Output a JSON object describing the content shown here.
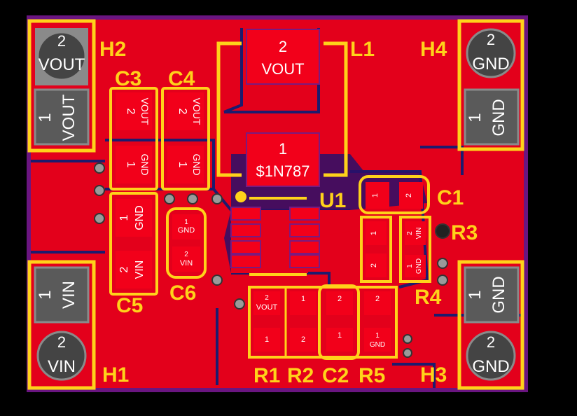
{
  "board": {
    "copper_color": "#e3001b",
    "board_bg_color": "#b00020",
    "edge_color": "#6a1580",
    "silk_color": "#ffd21a",
    "pad_color": "#f2001a",
    "pad_outline_color": "#7a1a80",
    "mounting_pad_color": "#8a8a8a",
    "via_color": "#9a9a9a",
    "clearance_color": "#1c1b6e"
  },
  "refs": {
    "h2": "H2",
    "h4": "H4",
    "h1": "H1",
    "h3": "H3",
    "c3": "C3",
    "c4": "C4",
    "c5": "C5",
    "c6": "C6",
    "l1": "L1",
    "u1": "U1",
    "c1": "C1",
    "r3": "R3",
    "r4": "R4",
    "r1": "R1",
    "r2": "R2",
    "c2": "C2",
    "r5": "R5"
  },
  "connectors": {
    "h2": {
      "pin2_num": "2",
      "pin2_net": "VOUT",
      "pin1_num": "1",
      "pin1_net": "VOUT"
    },
    "h4": {
      "pin2_num": "2",
      "pin2_net": "GND",
      "pin1_num": "1",
      "pin1_net": "GND"
    },
    "h1": {
      "pin1_num": "1",
      "pin1_net": "VIN",
      "pin2_num": "2",
      "pin2_net": "VIN"
    },
    "h3": {
      "pin1_num": "1",
      "pin1_net": "GND",
      "pin2_num": "2",
      "pin2_net": "GND"
    }
  },
  "inductor": {
    "pin2_num": "2",
    "pin2_net": "VOUT",
    "pin1_num": "1",
    "pin1_net": "$1N787"
  },
  "caps": {
    "c3": {
      "p2_num": "2",
      "p2_net": "VOUT",
      "p1_num": "1",
      "p1_net": "GND"
    },
    "c4": {
      "p2_num": "2",
      "p2_net": "VOUT",
      "p1_num": "1",
      "p1_net": "GND"
    },
    "c5": {
      "p1_num": "1",
      "p1_net": "GND",
      "p2_num": "2",
      "p2_net": "VIN"
    },
    "c6": {
      "p1_num": "1",
      "p1_net": "GND",
      "p2_num": "2",
      "p2_net": "VIN"
    },
    "c1": {
      "p1_num": "1",
      "p2_num": "2"
    },
    "r3": {
      "p1_num": "1",
      "p2_num": "2",
      "p2_net": "VIN"
    },
    "r4": {
      "p2_num": "2",
      "p1_num": "1",
      "p1_net": "GND"
    }
  },
  "bottom_row": {
    "r1": {
      "p2_num": "2",
      "p2_net": "VOUT",
      "p1_num": "1"
    },
    "r2": {
      "p1_num": "1",
      "p2_num": "2"
    },
    "c2": {
      "p2_num": "2",
      "p1_num": "1"
    },
    "r5": {
      "p2_num": "2",
      "p1_num": "1",
      "p1_net": "GND"
    }
  }
}
